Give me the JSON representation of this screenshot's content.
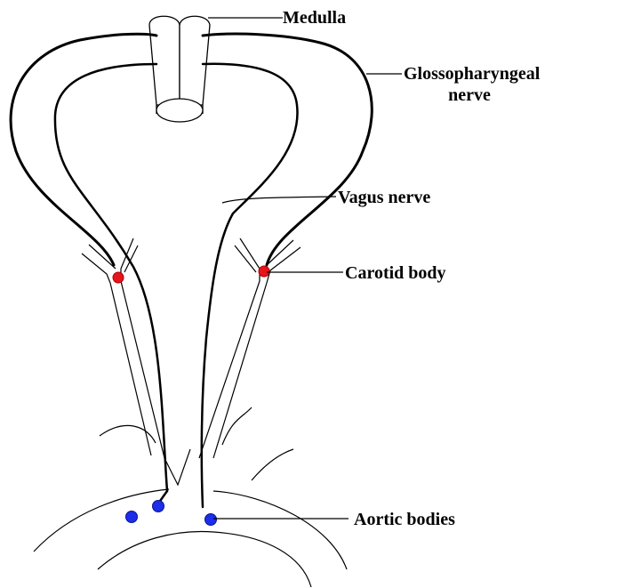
{
  "labels": {
    "medulla": "Medulla",
    "glossopharyngeal_line1": "Glossopharyngeal",
    "glossopharyngeal_line2": "nerve",
    "vagus": "Vagus nerve",
    "carotid": "Carotid body",
    "aortic": "Aortic bodies"
  },
  "colors": {
    "line": "#000000",
    "carotid_body": "#e8141c",
    "aortic_body": "#1c2ee8",
    "background": "#ffffff"
  }
}
